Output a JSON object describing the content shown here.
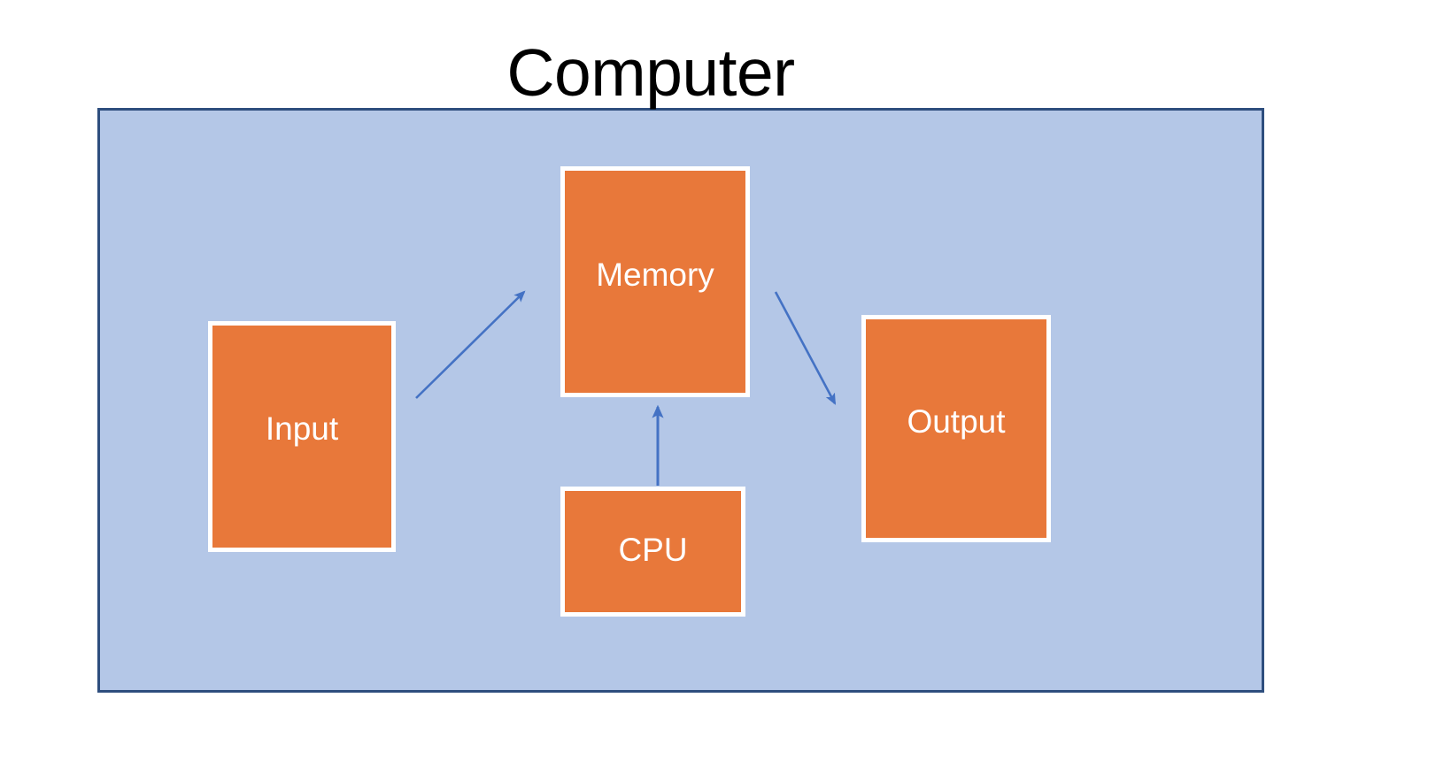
{
  "title": "Computer",
  "container": {
    "name": "computer-boundary",
    "fill": "#b4c7e7",
    "border_color": "#2e4e7e"
  },
  "theme": {
    "page_background": "#ffffff",
    "box_fill": "#e8783a",
    "box_border": "#ffffff",
    "box_label_color": "#ffffff",
    "arrow_color": "#4472c4",
    "title_color": "#000000"
  },
  "components": [
    {
      "id": "input",
      "label": "Input"
    },
    {
      "id": "memory",
      "label": "Memory"
    },
    {
      "id": "output",
      "label": "Output"
    },
    {
      "id": "cpu",
      "label": "CPU"
    }
  ],
  "connections": [
    {
      "id": "input-to-memory",
      "from": "Input",
      "to": "Memory",
      "direction": "up-right",
      "label": ""
    },
    {
      "id": "memory-to-output",
      "from": "Memory",
      "to": "Output",
      "direction": "down-right",
      "label": ""
    },
    {
      "id": "cpu-to-memory",
      "from": "CPU",
      "to": "Memory",
      "direction": "up",
      "label": ""
    }
  ]
}
